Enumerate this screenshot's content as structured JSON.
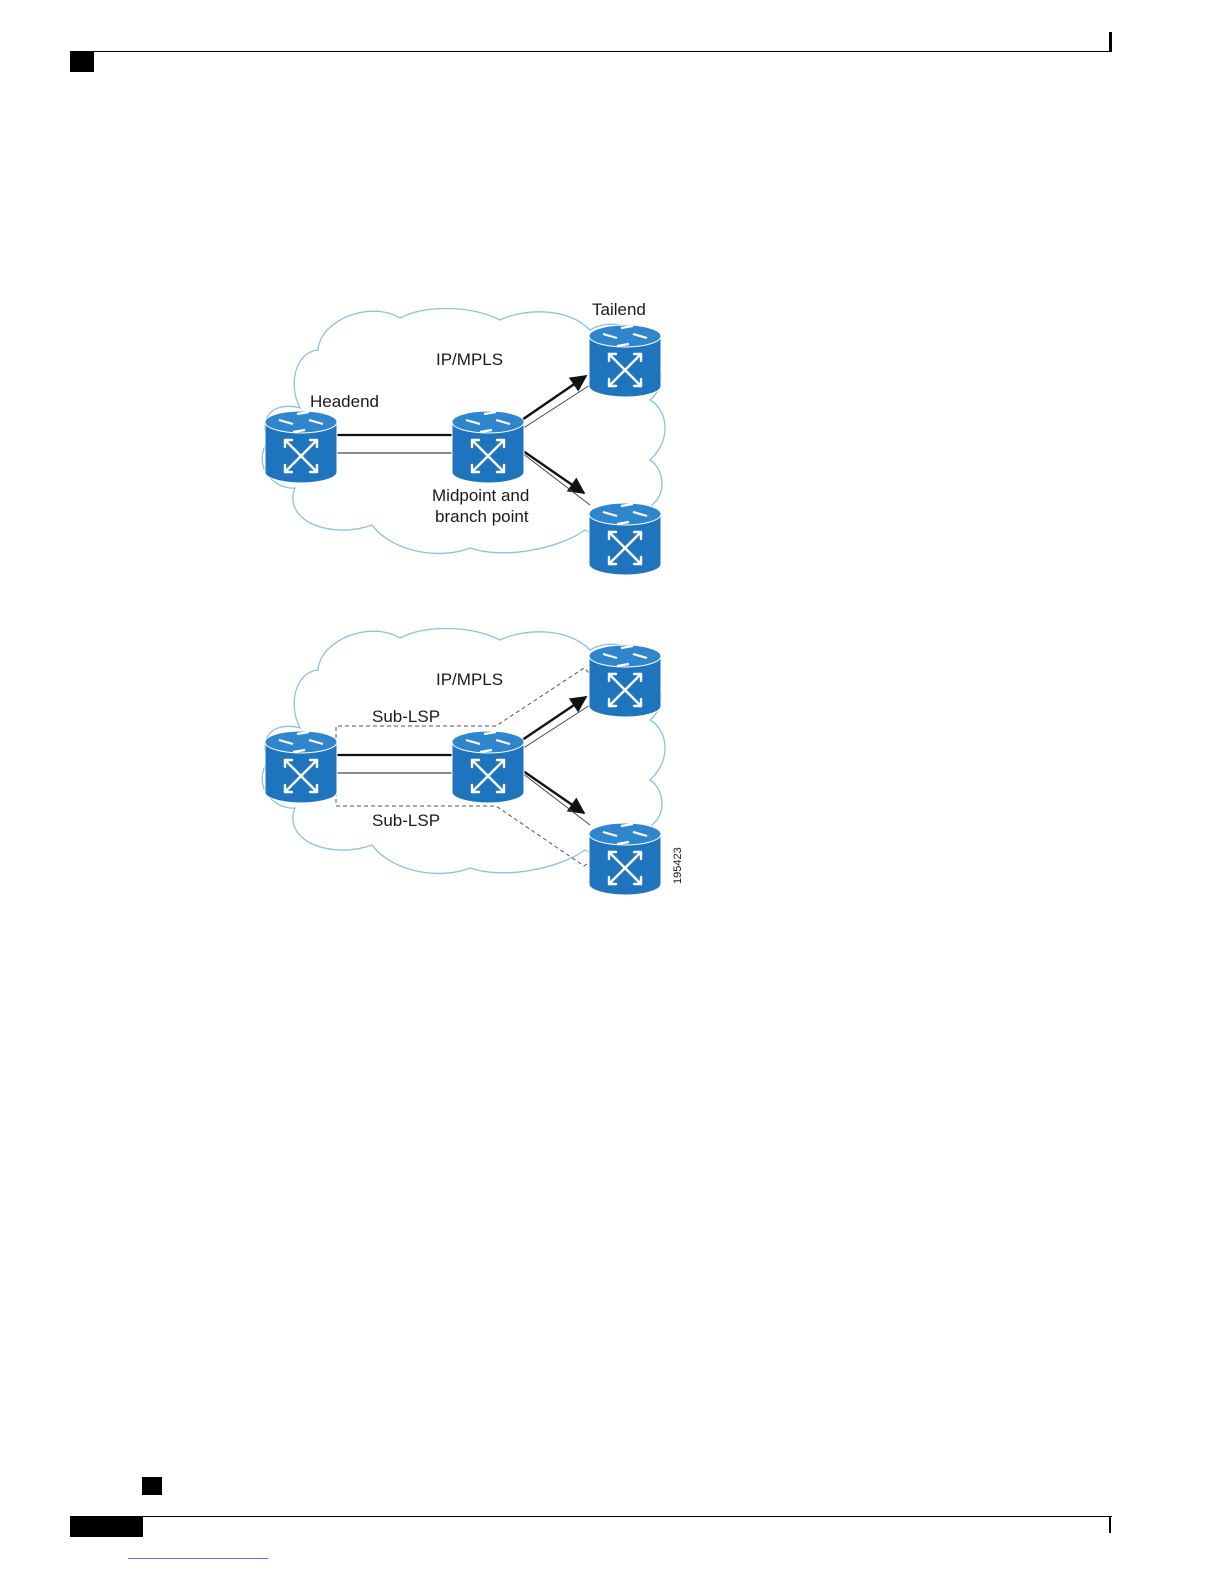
{
  "diagram_top": {
    "cloud_label": "IP/MPLS",
    "headend_label": "Headend",
    "tailend_label": "Tailend",
    "midpoint_label_line1": "Midpoint and",
    "midpoint_label_line2": "branch point"
  },
  "diagram_bottom": {
    "cloud_label": "IP/MPLS",
    "sublsp_top_label": "Sub-LSP",
    "sublsp_bottom_label": "Sub-LSP",
    "figure_id": "195423"
  },
  "colors": {
    "router_fill": "#1f74be",
    "router_dark": "#135a98",
    "cloud_stroke": "#8ec0e0",
    "header_mark": "#000000",
    "footer_link": "#6a6ad0"
  }
}
